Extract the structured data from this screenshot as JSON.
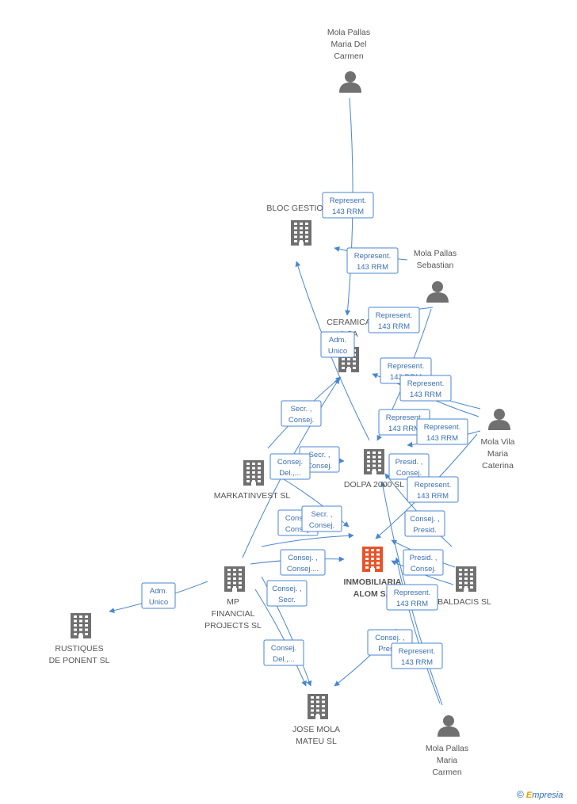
{
  "nodes": [
    {
      "id": "mola_pallas_maria_del_carmen",
      "type": "person",
      "label": [
        "Mola Pallas",
        "Maria Del",
        "Carmen"
      ]
    },
    {
      "id": "bloc_gestio",
      "type": "company",
      "label": [
        "BLOC GESTIO"
      ]
    },
    {
      "id": "mola_pallas_sebastian",
      "type": "person",
      "label": [
        "Mola Pallas",
        "Sebastian"
      ]
    },
    {
      "id": "ceramica",
      "type": "company",
      "label": [
        "CERAMICA",
        "A SA"
      ]
    },
    {
      "id": "mola_vila_maria_caterina",
      "type": "person",
      "label": [
        "Mola Vila",
        "Maria",
        "Caterina"
      ]
    },
    {
      "id": "markatinvest",
      "type": "company",
      "label": [
        "MARKATINVEST SL"
      ]
    },
    {
      "id": "dolpa_2000",
      "type": "company",
      "label": [
        "DOLPA 2000 SL"
      ]
    },
    {
      "id": "inmobiliaria_alom",
      "type": "company",
      "focus": true,
      "label": [
        "INMOBILIARIA",
        "ALOM SA"
      ]
    },
    {
      "id": "mp_financial",
      "type": "company",
      "label": [
        "MP",
        "FINANCIAL",
        "PROJECTS SL"
      ]
    },
    {
      "id": "baldacis",
      "type": "company",
      "label": [
        "BALDACIS SL"
      ]
    },
    {
      "id": "rustiques",
      "type": "company",
      "label": [
        "RUSTIQUES",
        "DE PONENT SL"
      ]
    },
    {
      "id": "jose_mola_mateu",
      "type": "company",
      "label": [
        "JOSE MOLA",
        "MATEU SL"
      ]
    },
    {
      "id": "mola_pallas_maria_carmen",
      "type": "person",
      "label": [
        "Mola Pallas",
        "Maria",
        "Carmen"
      ]
    }
  ],
  "edges": [
    {
      "from": "mola_pallas_maria_del_carmen",
      "to": "ceramica",
      "label": [
        "Represent.",
        "143 RRM"
      ]
    },
    {
      "from": "mola_pallas_sebastian",
      "to": "bloc_gestio",
      "label": [
        "Represent.",
        "143 RRM"
      ]
    },
    {
      "from": "mola_pallas_sebastian",
      "to": "ceramica",
      "label": [
        "Represent.",
        "143 RRM"
      ]
    },
    {
      "from": "dolpa_2000",
      "to": "bloc_gestio",
      "label": [
        "Adm.",
        "Unico"
      ]
    },
    {
      "from": "mola_vila_maria_caterina",
      "to": "ceramica",
      "label": [
        "Represent.",
        "143 RRM"
      ]
    },
    {
      "from": "mola_vila_maria_caterina",
      "to": "ceramica",
      "label": [
        "Represent.",
        "143 RRM"
      ]
    },
    {
      "from": "mola_pallas_sebastian",
      "to": "dolpa_2000",
      "label": [
        "Represent.",
        "143 RRM"
      ]
    },
    {
      "from": "mola_vila_maria_caterina",
      "to": "dolpa_2000",
      "label": [
        "Represent.",
        "143 RRM"
      ]
    },
    {
      "from": "markatinvest",
      "to": "ceramica",
      "label": [
        "Secr. ,",
        "Consej."
      ]
    },
    {
      "from": "markatinvest",
      "to": "dolpa_2000",
      "label": [
        "Secr. ,",
        "Consej."
      ]
    },
    {
      "from": "markatinvest",
      "to": "inmobiliaria_alom",
      "label": [
        "Consej.",
        "Del.,..."
      ]
    },
    {
      "from": "baldacis",
      "to": "dolpa_2000",
      "label": [
        "Presid. ,",
        "Consej."
      ]
    },
    {
      "from": "mola_vila_maria_caterina",
      "to": "inmobiliaria_alom",
      "label": [
        "Represent.",
        "143 RRM"
      ]
    },
    {
      "from": "mp_financial",
      "to": "ceramica",
      "label": [
        "Consej.",
        "Consej."
      ]
    },
    {
      "from": "mp_financial",
      "to": "inmobiliaria_alom",
      "label": [
        "Secr. ,",
        "Consej."
      ]
    },
    {
      "from": "baldacis",
      "to": "inmobiliaria_alom",
      "label": [
        "Consej. ,",
        "Presid."
      ]
    },
    {
      "from": "mp_financial",
      "to": "inmobiliaria_alom",
      "label": [
        "Consej. ,",
        "Consej...."
      ]
    },
    {
      "from": "baldacis",
      "to": "inmobiliaria_alom",
      "label": [
        "Presid. ,",
        "Consej."
      ]
    },
    {
      "from": "mp_financial",
      "to": "rustiques",
      "label": [
        "Adm.",
        "Unico"
      ]
    },
    {
      "from": "mp_financial",
      "to": "jose_mola_mateu",
      "label": [
        "Consej. ,",
        "Secr."
      ]
    },
    {
      "from": "mola_pallas_maria_carmen",
      "to": "inmobiliaria_alom",
      "label": [
        "Represent.",
        "143 RRM"
      ]
    },
    {
      "from": "mp_financial",
      "to": "jose_mola_mateu",
      "label": [
        "Consej.",
        "Del.,..."
      ]
    },
    {
      "from": "baldacis",
      "to": "jose_mola_mateu",
      "label": [
        "Consej. ,",
        "Presid."
      ]
    },
    {
      "from": "mola_pallas_maria_carmen",
      "to": "dolpa_2000",
      "label": [
        "Represent.",
        "143 RRM"
      ]
    }
  ],
  "colors": {
    "edge": "#4a86d0",
    "node_gray": "#707070",
    "node_focus": "#e8532a",
    "label_text": "#555555",
    "edge_label_text": "#3a6fb5"
  },
  "footer": {
    "copyright_symbol": "©",
    "brand_first": "E",
    "brand_rest": "mpresia"
  }
}
